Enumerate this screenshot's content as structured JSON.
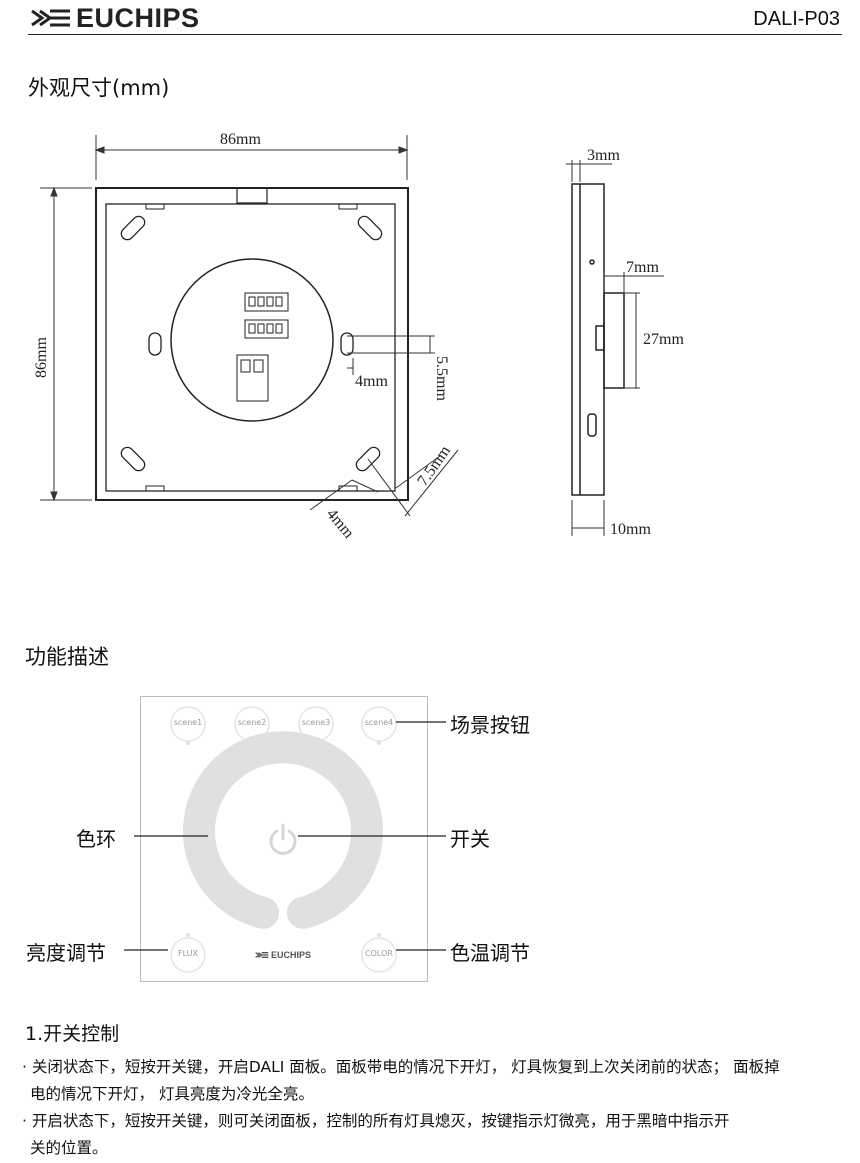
{
  "header": {
    "brand": "EUCHIPS",
    "model": "DALI-P03"
  },
  "section1": {
    "title": "外观尺寸(mm)",
    "dims": {
      "width": "86mm",
      "height": "86mm",
      "hole_offset_x": "4mm",
      "hole_offset_y": "5.5mm",
      "diag_a": "7.5mm",
      "diag_b": "4mm",
      "side_top": "3mm",
      "side_protrusion": "7mm",
      "side_module": "27mm",
      "side_depth": "10mm"
    }
  },
  "section2": {
    "title": "功能描述",
    "panel": {
      "scenes": [
        "scene1",
        "scene2",
        "scene3",
        "scene4"
      ],
      "flux": "FLUX",
      "color": "COLOR",
      "brand": "EUCHIPS"
    },
    "callouts": {
      "scene": "场景按钮",
      "ring": "色环",
      "switch": "开关",
      "brightness": "亮度调节",
      "cct": "色温调节"
    }
  },
  "section3": {
    "title": "1.开关控制",
    "bullets": [
      "· 关闭状态下，短按开关键，开启DALI 面板。面板带电的情况下开灯， 灯具恢复到上次关闭前的状态； 面板掉",
      "电的情况下开灯， 灯具亮度为冷光全亮。",
      "· 开启状态下，短按开关键，则可关闭面板，控制的所有灯具熄灭，按键指示灯微亮，用于黑暗中指示开",
      "关的位置。"
    ]
  }
}
